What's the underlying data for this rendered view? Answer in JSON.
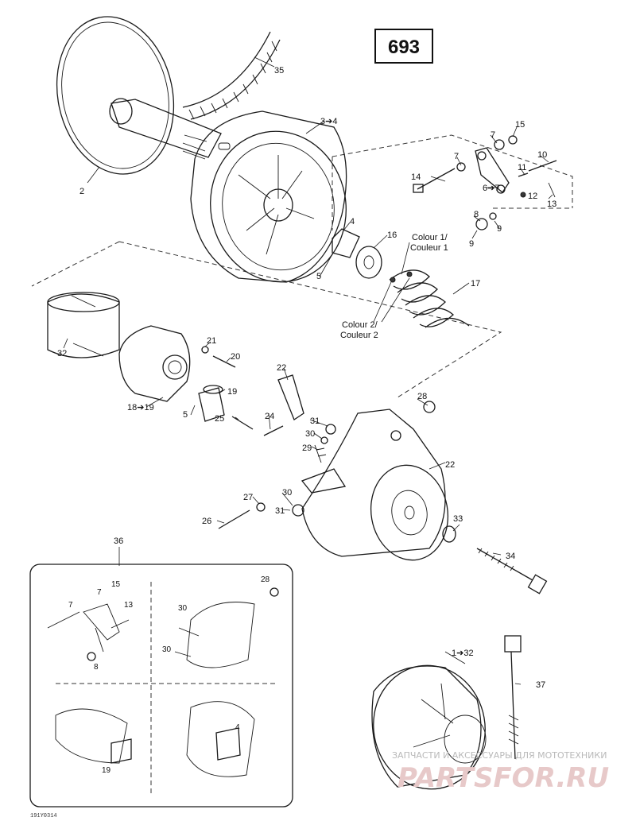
{
  "page_number": "693",
  "drawing_code": "191Y0314",
  "watermark": {
    "tagline": "ЗАПЧАСТИ И АКСЕССУАРЫ ДЛЯ МОТОТЕХНИКИ",
    "brand": "PARTSFOR.RU"
  },
  "callouts": {
    "c35": "35",
    "c2": "2",
    "c3to4": "3➔4",
    "c7a": "7",
    "c15": "15",
    "c7b": "7",
    "c10": "10",
    "c11": "11",
    "c14": "14",
    "c6to7": "6➔7",
    "c12": "12",
    "c13": "13",
    "c8": "8",
    "c9a": "9",
    "c9b": "9",
    "c4": "4",
    "c16": "16",
    "c5a": "5",
    "colour1_line1": "Colour 1/",
    "colour1_line2": "Couleur 1",
    "c17": "17",
    "colour2_line1": "Colour 2/",
    "colour2_line2": "Couleur 2",
    "c32": "32",
    "c21": "21",
    "c20": "20",
    "c22a": "22",
    "c19": "19",
    "c18to19": "18➔19",
    "c5b": "5",
    "c28": "28",
    "c25": "25",
    "c24": "24",
    "c31a": "31",
    "c30a": "30",
    "c29": "29",
    "c22b": "22",
    "c27": "27",
    "c30b": "30",
    "c31b": "31",
    "c26": "26",
    "c33": "33",
    "c34": "34",
    "c36": "36"
  },
  "inset": {
    "p1": {
      "c15": "15",
      "c7a": "7",
      "c7b": "7",
      "c13": "13",
      "c8": "8"
    },
    "p2": {
      "c28": "28",
      "c30a": "30",
      "c30b": "30"
    },
    "p3": {
      "c19": "19"
    },
    "p4": {
      "c4": "4"
    }
  },
  "lower_assembly": {
    "c1to32": "1➔32",
    "c37": "37"
  }
}
